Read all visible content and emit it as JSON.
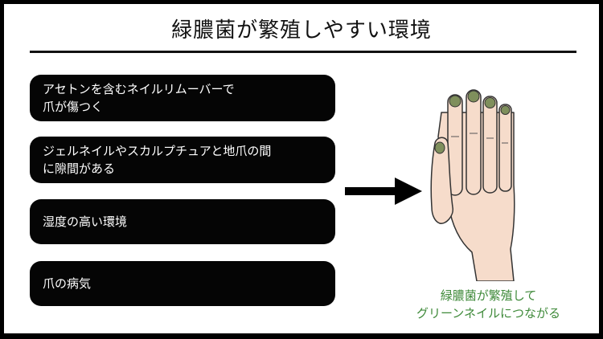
{
  "title": "緑膿菌が繁殖しやすい環境",
  "causes": [
    "アセトンを含むネイルリムーバーで\n爪が傷つく",
    "ジェルネイルやスカルプチュアと地爪の間\nに隙間がある",
    "湿度の高い環境",
    "爪の病気"
  ],
  "result": {
    "caption": "緑膿菌が繁殖して\nグリーンネイルにつながる",
    "illustration": "hand-with-green-nails-icon"
  },
  "colors": {
    "pill_bg": "#050505",
    "caption": "#3f8a3a",
    "skin": "#f6dccb",
    "nail_green": "#7f8f5c"
  }
}
